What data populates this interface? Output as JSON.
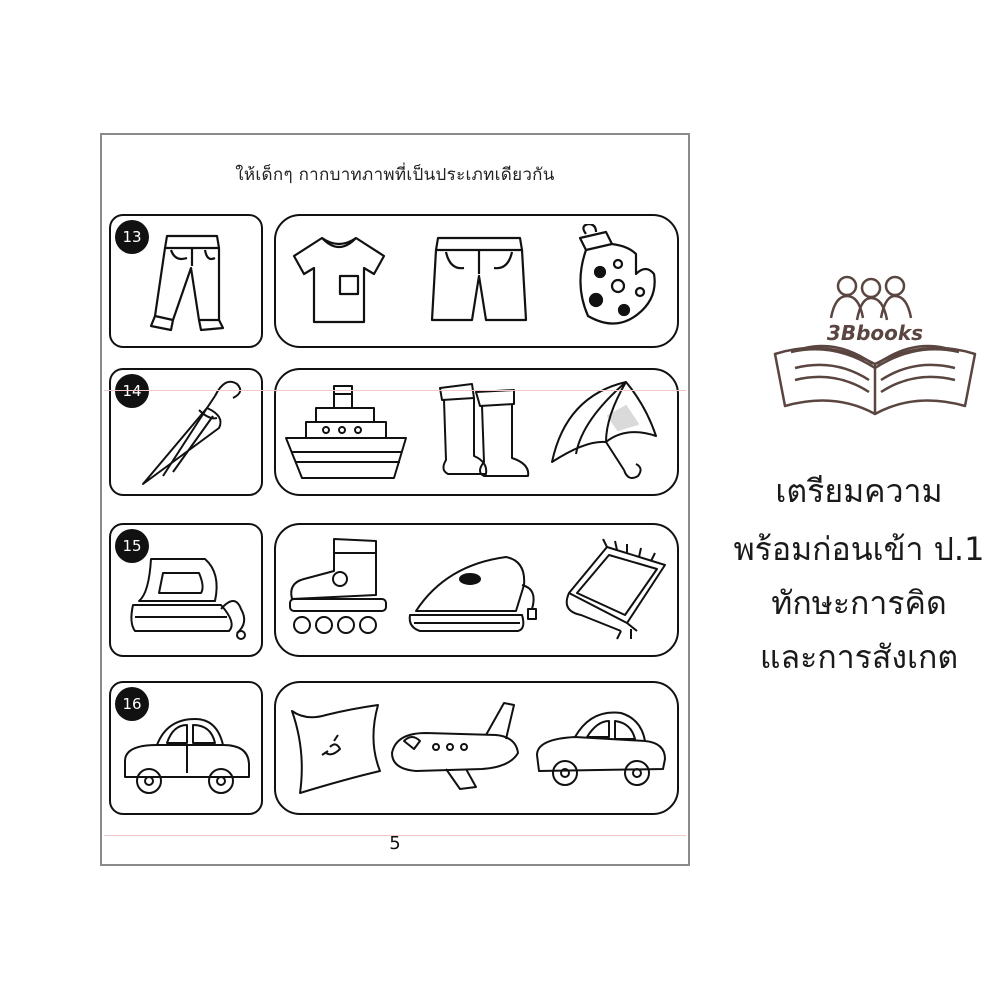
{
  "worksheet": {
    "instruction": "ให้เด็กๆ  กากบาทภาพที่เป็นประเภทเดียวกัน",
    "page_number": "5",
    "questions": [
      {
        "number": "13",
        "main": "pants-icon",
        "choices": [
          "shirt-icon",
          "shorts-icon",
          "oven-mitt-icon"
        ]
      },
      {
        "number": "14",
        "main": "closed-umbrella-icon",
        "choices": [
          "ship-icon",
          "rain-boots-icon",
          "open-umbrella-icon"
        ]
      },
      {
        "number": "15",
        "main": "iron-icon",
        "choices": [
          "roller-skate-icon",
          "steam-iron-icon",
          "rug-icon"
        ]
      },
      {
        "number": "16",
        "main": "car-icon",
        "choices": [
          "pillow-icon",
          "airplane-icon",
          "toy-car-icon"
        ]
      }
    ]
  },
  "brand": {
    "logo_text": "3Bbooks"
  },
  "side_title": {
    "line1": "เตรียมความ",
    "line2": "พร้อมก่อนเข้า ป.1",
    "line3": "ทักษะการคิด",
    "line4": "และการสังเกต"
  }
}
